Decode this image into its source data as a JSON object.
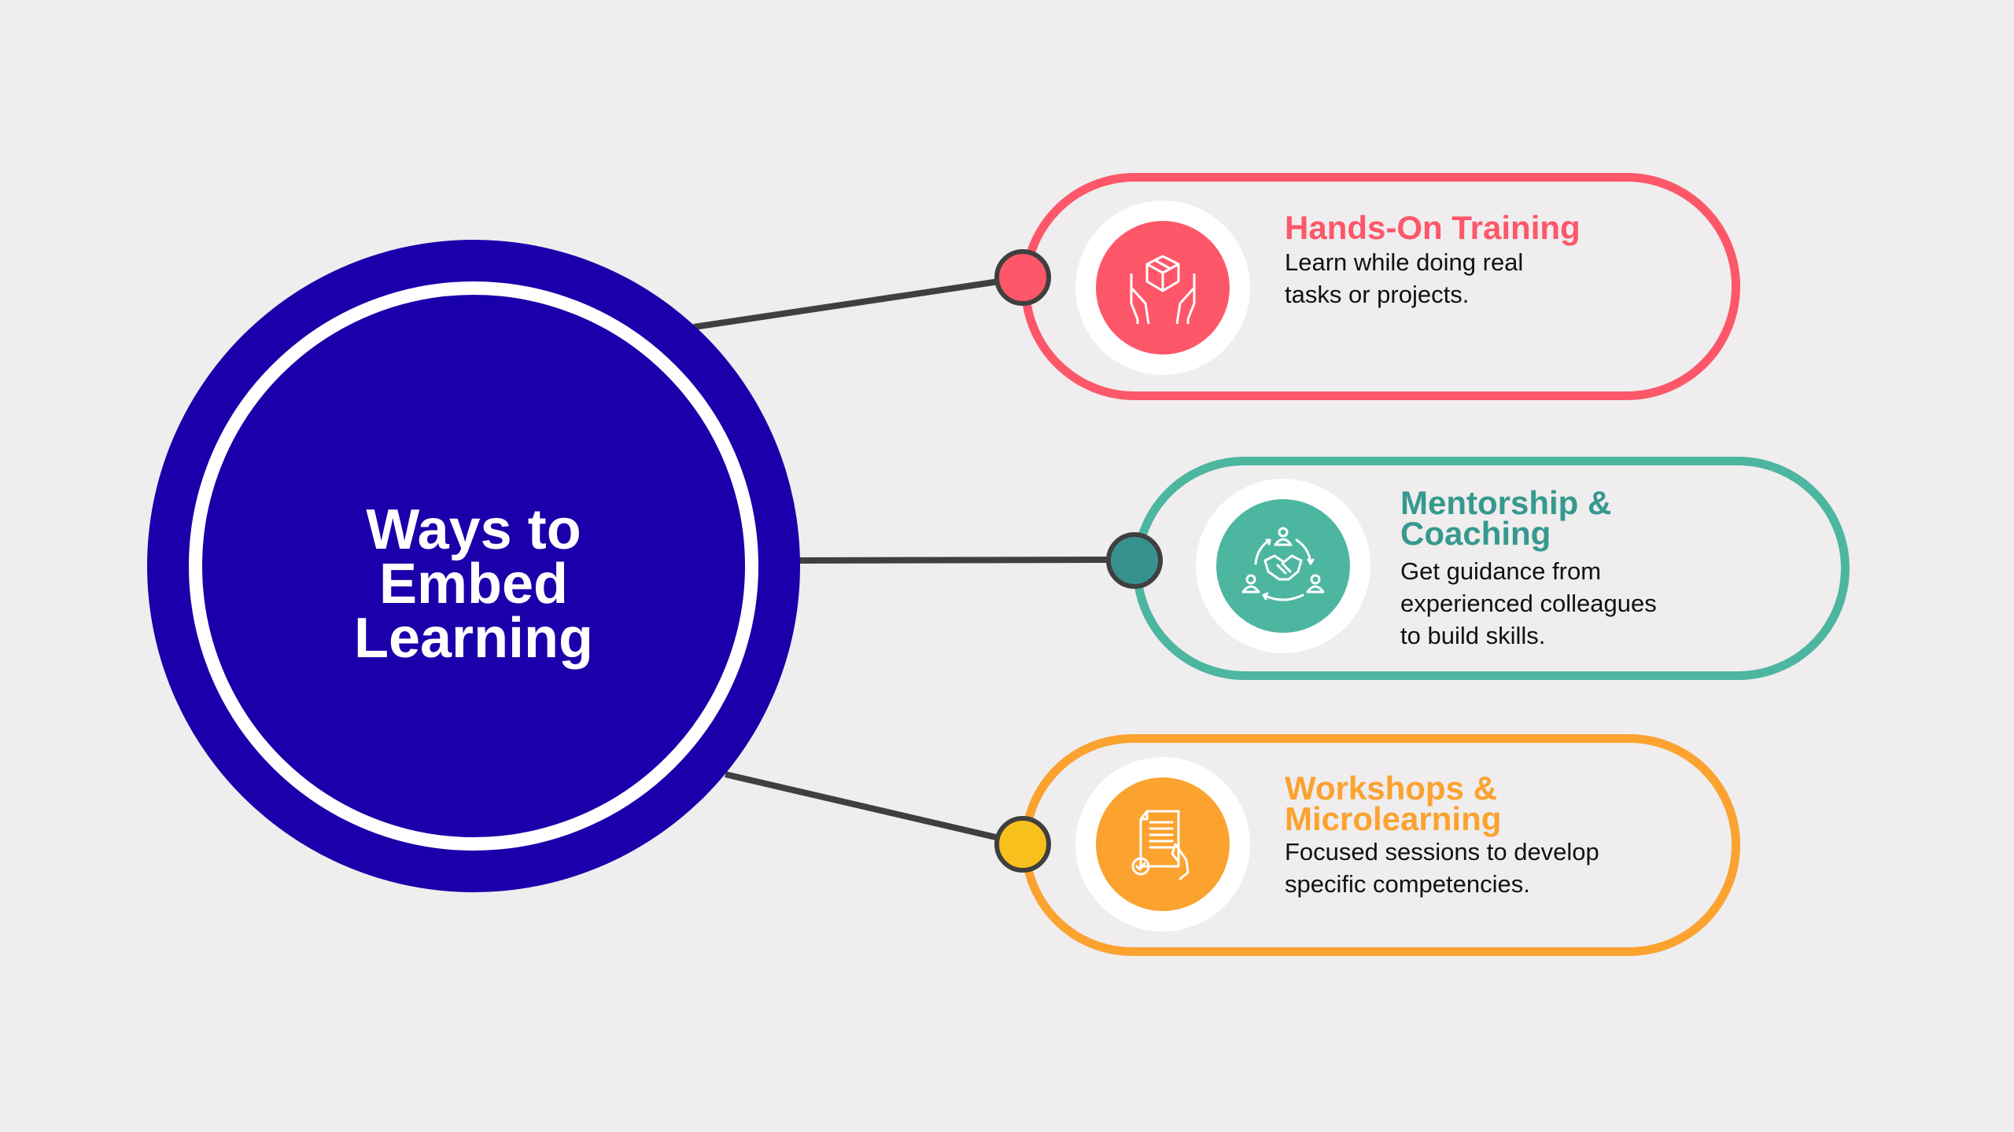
{
  "hub": {
    "title_lines": [
      "Ways to",
      "Embed",
      "Learning"
    ],
    "color": "#1a00aa"
  },
  "items": [
    {
      "title_lines": [
        "Hands-On Training"
      ],
      "desc_lines": [
        "Learn while doing real",
        "tasks or projects."
      ],
      "color": "#fd5769",
      "dot_color": "#fd5769",
      "icon": "hands-holding-box-icon"
    },
    {
      "title_lines": [
        "Mentorship &",
        "Coaching"
      ],
      "desc_lines": [
        "Get guidance from",
        "experienced colleagues",
        "to build skills."
      ],
      "color": "#4db6a0",
      "title_color": "#36998f",
      "dot_color": "#36918f",
      "icon": "handshake-cycle-icon"
    },
    {
      "title_lines": [
        "Workshops &",
        "Microlearning"
      ],
      "desc_lines": [
        "Focused sessions to develop",
        "specific competencies."
      ],
      "color": "#fba22f",
      "dot_color": "#f8c01c",
      "icon": "document-hand-check-icon"
    }
  ]
}
